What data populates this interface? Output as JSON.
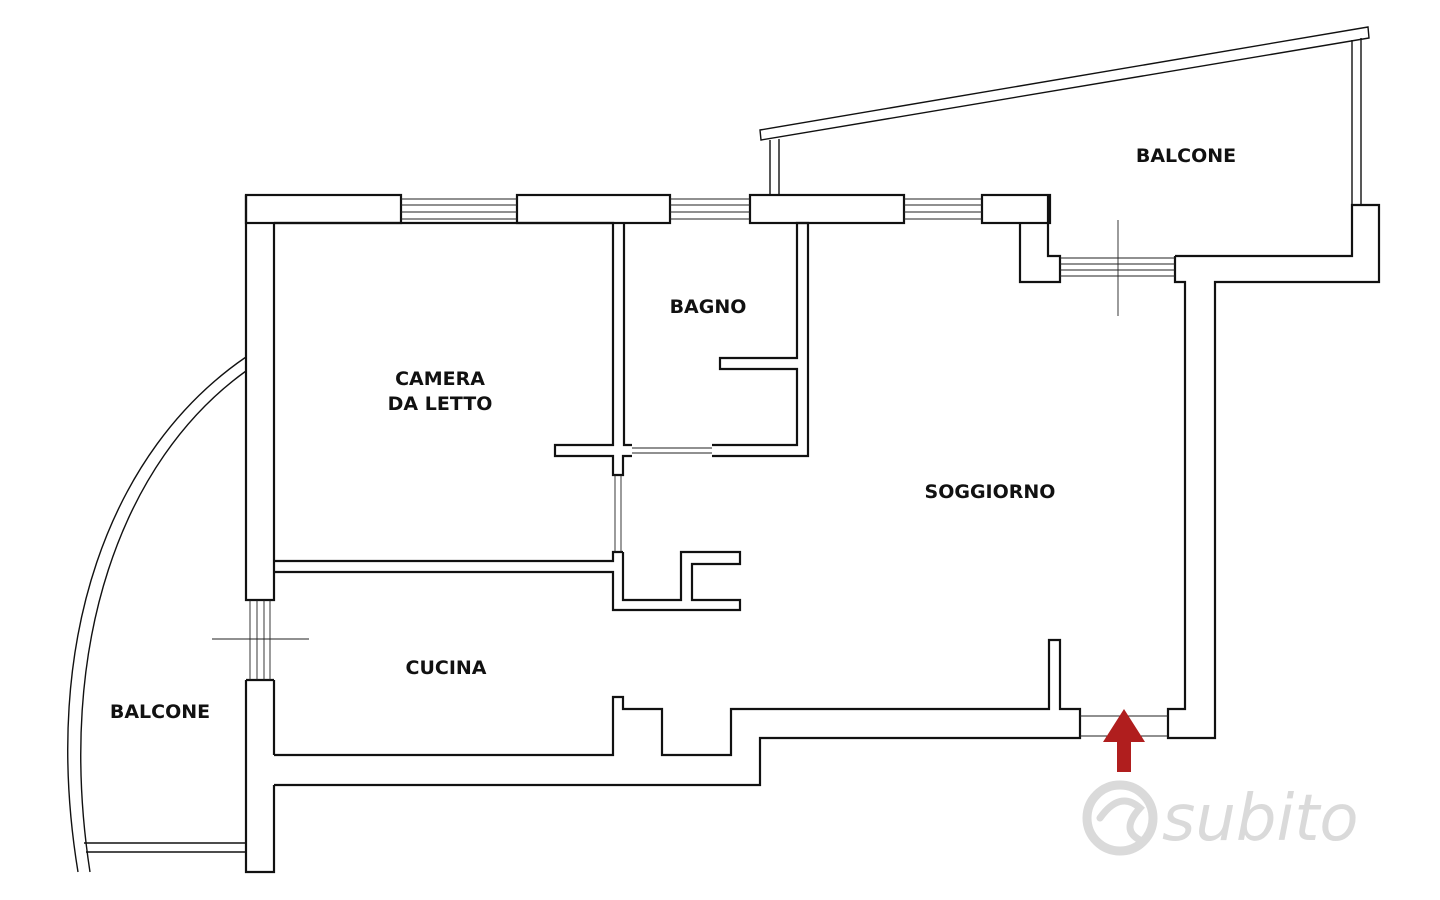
{
  "rooms": {
    "camera": [
      "CAMERA",
      "DA LETTO"
    ],
    "bagno": "BAGNO",
    "soggiorno": "SOGGIORNO",
    "cucina": "CUCINA",
    "balcone_top": "BALCONE",
    "balcone_left": "BALCONE"
  },
  "entrance": {
    "icon": "entrance-arrow-icon",
    "color": "#b01e1e"
  },
  "watermark": {
    "text": "subito",
    "icon": "subito-logo-icon",
    "color": "#d6d6d6"
  },
  "colors": {
    "wall": "#111111",
    "background": "#ffffff"
  }
}
